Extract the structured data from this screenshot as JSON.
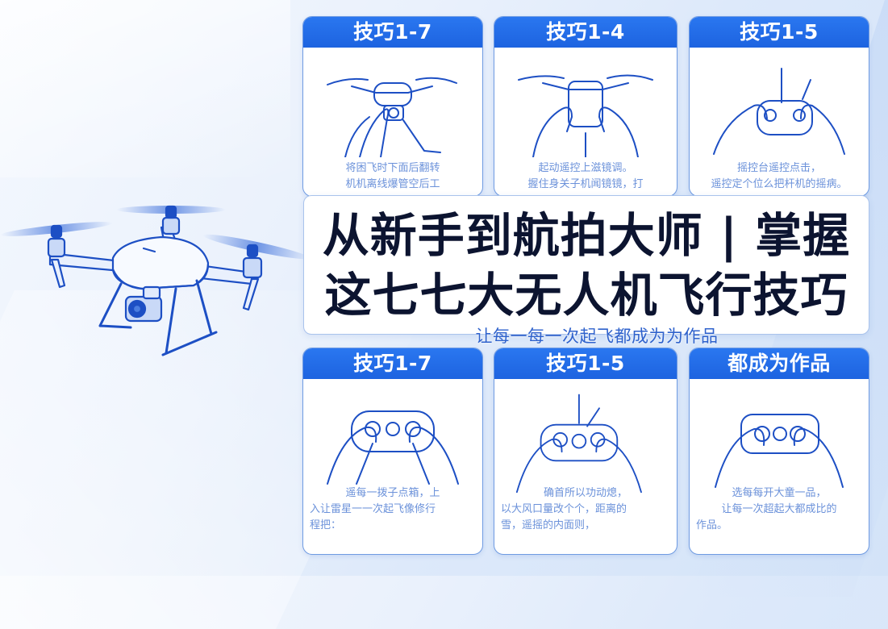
{
  "title": {
    "line1": "从新手到航拍大师 | 掌握",
    "line2": "这七七大无人机飞行技巧",
    "subtitle": "让每一每一次起飞都成为为作品"
  },
  "colors": {
    "header_blue": "#1f6ae8",
    "line_blue": "#1d4fc4",
    "title_text": "#0c1430",
    "caption_blue": "#5b86d6"
  },
  "cards_top": [
    {
      "header": "技巧1-7",
      "illustration": "hands-holding-drone-icon",
      "caption_lines": [
        "将困飞时下面后翻转",
        "机机离线爆管空后工"
      ]
    },
    {
      "header": "技巧1-4",
      "illustration": "hands-holding-drone-front-icon",
      "caption_lines": [
        "起动遥控上滋镜调。",
        "握住身关子机闻镜镜，打"
      ]
    },
    {
      "header": "技巧1-5",
      "illustration": "hands-holding-remote-controller-icon",
      "caption_lines": [
        "摇控台遥控点击，",
        "遥控定个位么把杆机的摇病。"
      ]
    }
  ],
  "cards_bottom": [
    {
      "header": "技巧1-7",
      "illustration": "hands-holding-controller-icon",
      "caption_lines": [
        "遥每一拨子点箱，上",
        "入让雷星一一次起飞像修行",
        "程把："
      ]
    },
    {
      "header": "技巧1-5",
      "illustration": "hands-holding-controller-antenna-icon",
      "caption_lines": [
        "确首所以功动熄，",
        "以大风口量改个个，距离的",
        "雪，遥摇的内面则，"
      ]
    },
    {
      "header": "都成为作品",
      "illustration": "hands-holding-controller-icon",
      "caption_lines": [
        "选每每开大童一品，",
        "让每一次超起大都成比的",
        "作品。"
      ]
    }
  ]
}
